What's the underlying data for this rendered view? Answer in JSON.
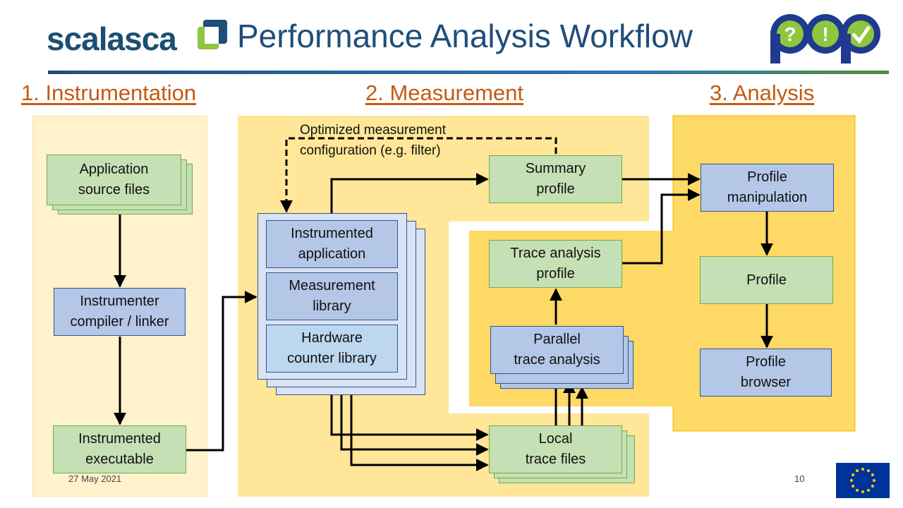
{
  "header": {
    "logo_text": "scalasca",
    "title": "Performance Analysis Workflow",
    "partner_logo": "pop"
  },
  "phases": [
    {
      "label": "1. Instrumentation"
    },
    {
      "label": "2. Measurement"
    },
    {
      "label": "3. Analysis"
    }
  ],
  "boxes": {
    "app_source": "Application\nsource files",
    "instrumenter": "Instrumenter\ncompiler / linker",
    "inst_exe": "Instrumented\nexecutable",
    "inst_app": "Instrumented\napplication",
    "meas_lib": "Measurement\nlibrary",
    "hw_lib": "Hardware\ncounter library",
    "summary": "Summary\nprofile",
    "trace_profile": "Trace analysis\nprofile",
    "parallel": "Parallel\ntrace analysis",
    "local": "Local\ntrace files",
    "manip": "Profile\nmanipulation",
    "profile": "Profile",
    "browser": "Profile\nbrowser"
  },
  "annotation": "Optimized measurement\nconfiguration (e.g. filter)",
  "footer": {
    "date": "27 May 2021",
    "page": "10"
  },
  "colors": {
    "phase_label": "#c55a11",
    "title": "#1f4e79",
    "panel_light": "#fff2cc",
    "panel_mid": "#ffe699",
    "panel_dark": "#ffd966",
    "green_box": "#c5e0b4",
    "blue_box": "#b4c7e7"
  },
  "icons": [
    "scalasca-logo-icon",
    "pop-logo-icon",
    "eu-flag-icon"
  ]
}
